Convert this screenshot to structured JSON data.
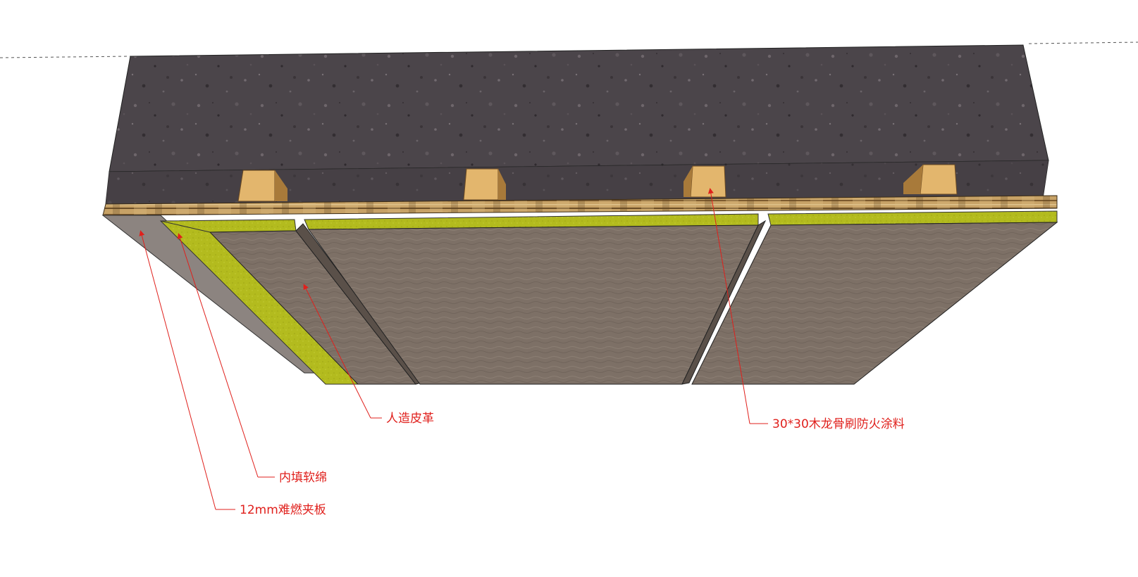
{
  "diagram": {
    "components": [
      {
        "id": "concrete",
        "name": "concrete-slab"
      },
      {
        "id": "battens",
        "name": "wood-batten",
        "count": 4
      },
      {
        "id": "plywood",
        "name": "plywood-base-board"
      },
      {
        "id": "foam",
        "name": "soft-foam-fill"
      },
      {
        "id": "leather",
        "name": "artificial-leather-panel",
        "count": 3
      }
    ],
    "labels": {
      "leather": "人造皮革",
      "batten": "30*30木龙骨刷防火涂料",
      "foam": "内填软绵",
      "plywood": "12mm难燃夹板"
    },
    "colors": {
      "concrete": "#4a4448",
      "wood": "#e2b46a",
      "plywood_edge": "#c9a468",
      "foam": "#b4bc1c",
      "leather": "#7c6f64",
      "board_face": "#8e8580",
      "callout": "#e0201c"
    }
  }
}
